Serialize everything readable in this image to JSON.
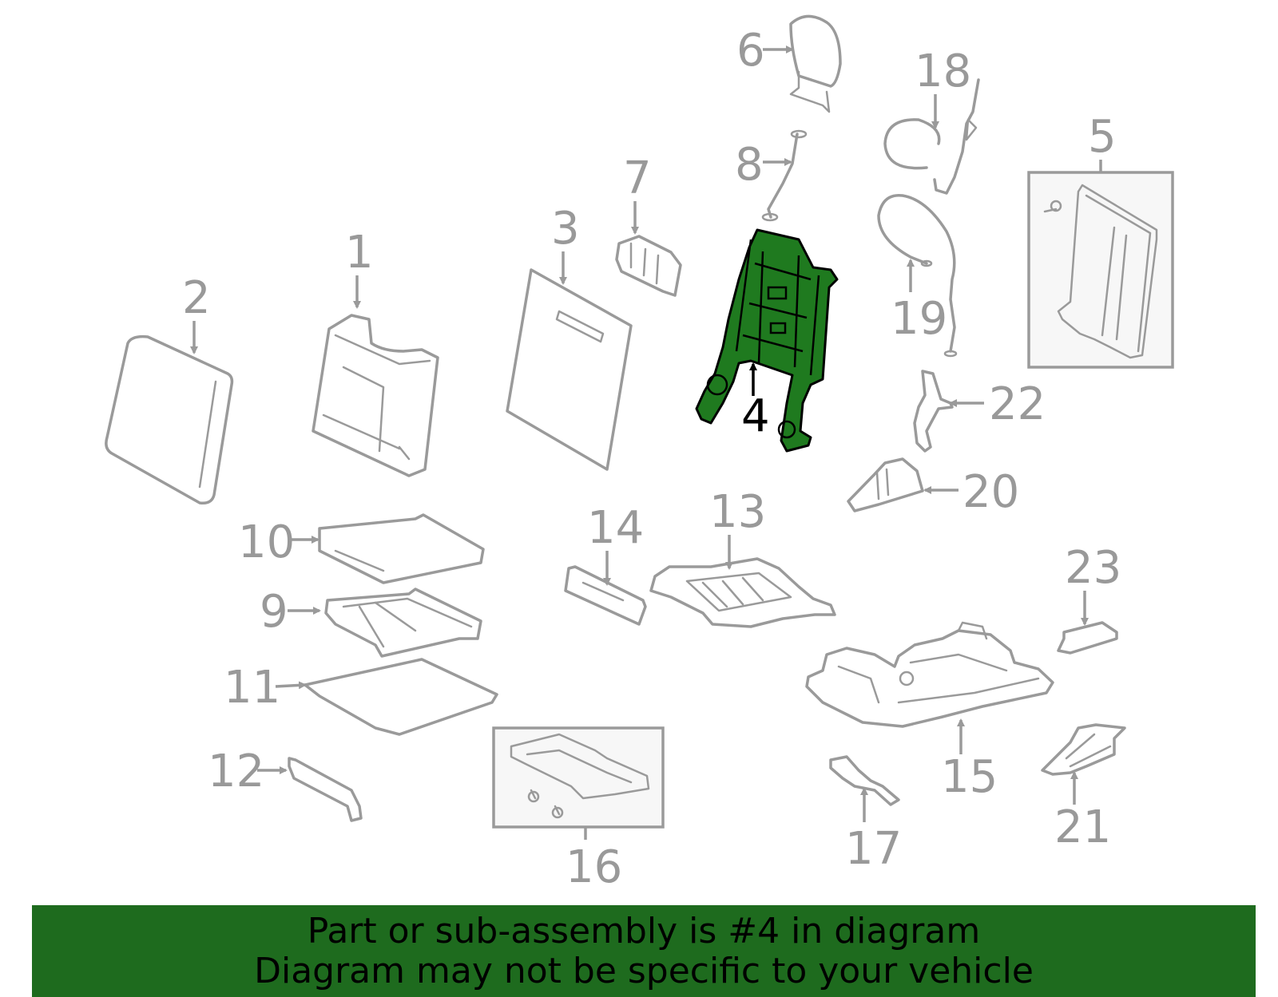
{
  "highlight_color": "#1e6b1e",
  "callout_color": "#999999",
  "highlighted_part": "4",
  "callouts": {
    "c1": "1",
    "c2": "2",
    "c3": "3",
    "c4": "4",
    "c5": "5",
    "c6": "6",
    "c7": "7",
    "c8": "8",
    "c9": "9",
    "c10": "10",
    "c11": "11",
    "c12": "12",
    "c13": "13",
    "c14": "14",
    "c15": "15",
    "c16": "16",
    "c17": "17",
    "c18": "18",
    "c19": "19",
    "c20": "20",
    "c21": "21",
    "c22": "22",
    "c23": "23"
  },
  "banner": {
    "line1": "Part or sub-assembly is #4 in diagram",
    "line2": "Diagram may not be specific to your vehicle"
  }
}
